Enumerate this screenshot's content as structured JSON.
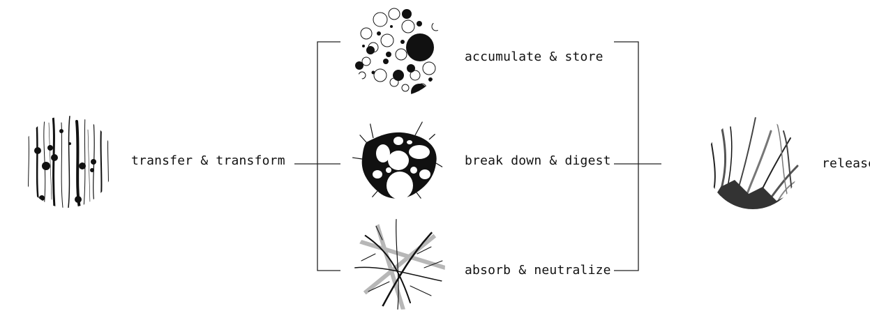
{
  "diagram": {
    "nodes": {
      "source": {
        "label": "transfer & transform",
        "texture": "ink-streaks-texture"
      },
      "branch1": {
        "label": "accumulate & store",
        "texture": "bubble-cells-texture"
      },
      "branch2": {
        "label": "break down & digest",
        "texture": "ink-network-texture"
      },
      "branch3": {
        "label": "absorb & neutralize",
        "texture": "branching-twigs-texture"
      },
      "sink": {
        "label": "release",
        "texture": "grass-blades-texture"
      }
    },
    "colors": {
      "ink": "#111111",
      "line": "#222222",
      "background": "#ffffff"
    }
  }
}
